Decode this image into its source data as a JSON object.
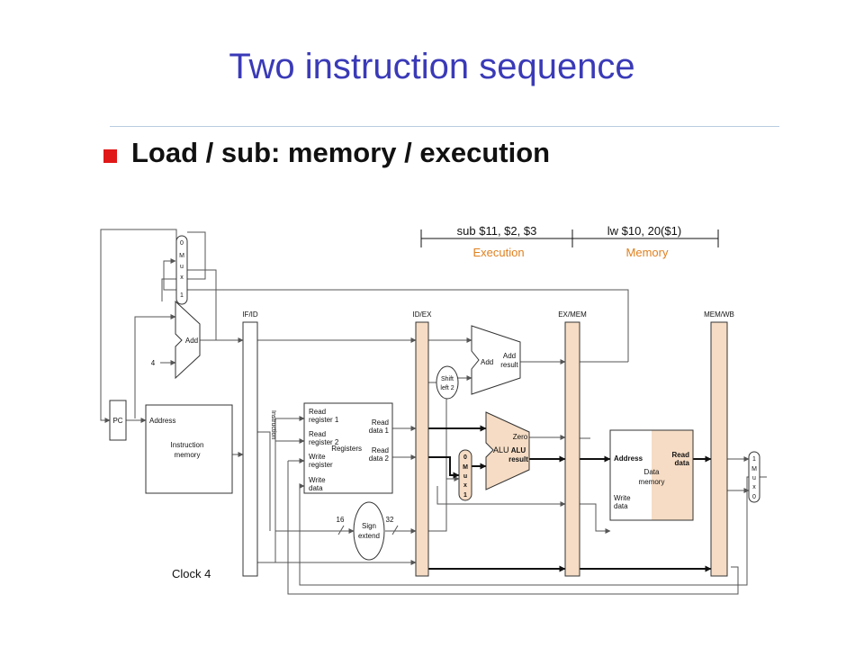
{
  "slide": {
    "title": "Two instruction sequence",
    "bullet": "Load / sub: memory / execution"
  },
  "colors": {
    "title": "#3a3ab8",
    "bullet": "#e01818",
    "pipeline_register": "#f6dcc4",
    "stage_label": "#e08020",
    "data_memory_highlight": "#f6dcc4"
  },
  "stages": {
    "execution": {
      "instruction": "sub $11, $2, $3",
      "label": "Execution"
    },
    "memory": {
      "instruction": "lw $10, 20($1)",
      "label": "Memory"
    }
  },
  "registers": {
    "if_id": "IF/ID",
    "id_ex": "ID/EX",
    "ex_mem": "EX/MEM",
    "mem_wb": "MEM/WB"
  },
  "components": {
    "pc": "PC",
    "add": "Add",
    "constant_four": "4",
    "pc_mux": [
      "0",
      "M",
      "u",
      "x",
      "1"
    ],
    "instruction_memory": {
      "address": "Address",
      "line1": "Instruction",
      "line2": "memory"
    },
    "instruction_label": "Instruction",
    "register_file": {
      "read_reg1": [
        "Read",
        "register 1"
      ],
      "read_reg2": [
        "Read",
        "register 2"
      ],
      "write_reg": [
        "Write",
        "register"
      ],
      "write_data": [
        "Write",
        "data"
      ],
      "read_data1": [
        "Read",
        "data 1"
      ],
      "read_data2": [
        "Read",
        "data 2"
      ],
      "name": "Registers"
    },
    "sign_extend": {
      "line1": "Sign",
      "line2": "extend",
      "in_bits": "16",
      "out_bits": "32"
    },
    "shift_left": {
      "line1": "Shift",
      "line2": "left 2"
    },
    "branch_adder": {
      "add": "Add",
      "line1": "Add",
      "line2": "result"
    },
    "alu_mux": [
      "0",
      "M",
      "u",
      "x",
      "1"
    ],
    "alu": {
      "label": "ALU",
      "zero": "Zero",
      "result1": "ALU",
      "result2": "result"
    },
    "data_memory": {
      "address": "Address",
      "read1": "Read",
      "read2": "data",
      "line1": "Data",
      "line2": "memory",
      "write1": "Write",
      "write2": "data"
    },
    "wb_mux": [
      "1",
      "M",
      "u",
      "x",
      "0"
    ]
  },
  "clock": "Clock 4"
}
